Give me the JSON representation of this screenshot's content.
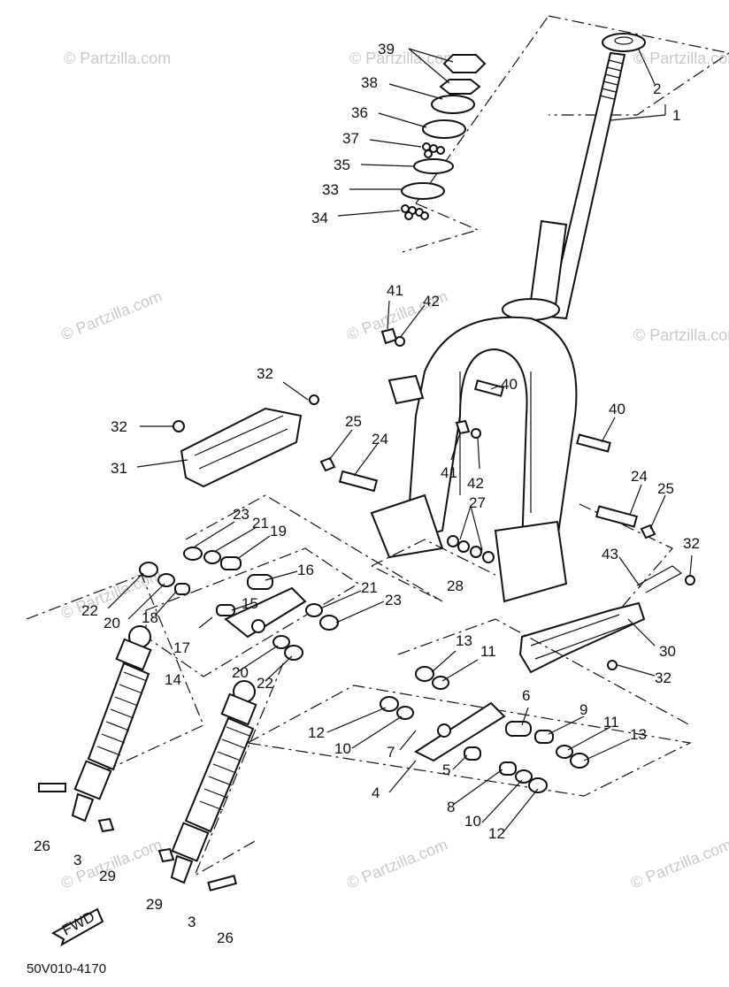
{
  "watermark": "© Partzilla.com",
  "diagram_code": "50V010-4170",
  "fwd_label": "FWD",
  "callouts": {
    "c1": "1",
    "c2": "2",
    "c3a": "3",
    "c3b": "3",
    "c4": "4",
    "c5": "5",
    "c6": "6",
    "c7": "7",
    "c8": "8",
    "c9": "9",
    "c10a": "10",
    "c10b": "10",
    "c11a": "11",
    "c11b": "11",
    "c12a": "12",
    "c12b": "12",
    "c13a": "13",
    "c13b": "13",
    "c14": "14",
    "c15": "15",
    "c16": "16",
    "c17": "17",
    "c18": "18",
    "c19": "19",
    "c20a": "20",
    "c20b": "20",
    "c21a": "21",
    "c21b": "21",
    "c22a": "22",
    "c22b": "22",
    "c23a": "23",
    "c23b": "23",
    "c24a": "24",
    "c24b": "24",
    "c25a": "25",
    "c25b": "25",
    "c26a": "26",
    "c26b": "26",
    "c27": "27",
    "c28": "28",
    "c29a": "29",
    "c29b": "29",
    "c30": "30",
    "c31": "31",
    "c32a": "32",
    "c32b": "32",
    "c32c": "32",
    "c32d": "32",
    "c33": "33",
    "c34": "34",
    "c35": "35",
    "c36": "36",
    "c37": "37",
    "c38": "38",
    "c39": "39",
    "c40a": "40",
    "c40b": "40",
    "c41a": "41",
    "c41b": "41",
    "c42a": "42",
    "c42b": "42",
    "c43": "43"
  }
}
